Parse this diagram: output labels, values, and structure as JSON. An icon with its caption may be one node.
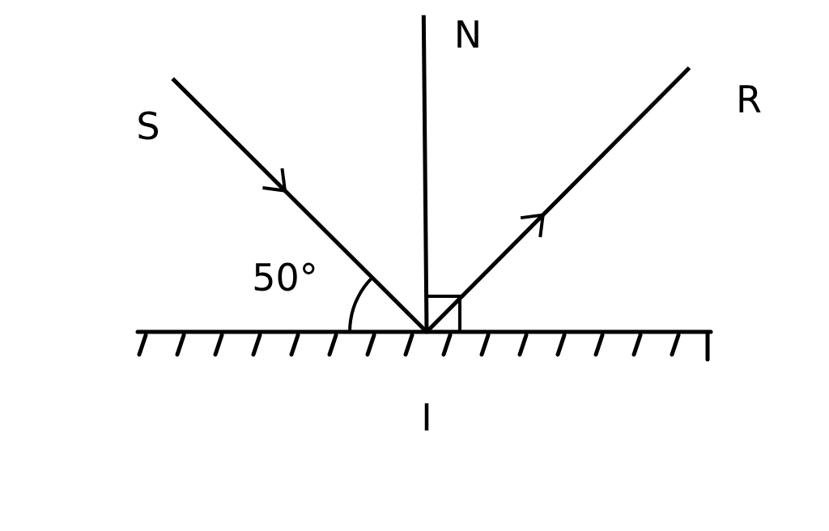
{
  "diagram": {
    "nodes": [
      {
        "text": [
          "S"
        ]
      },
      {
        "text": [
          "N"
        ]
      },
      {
        "text": [
          "R"
        ]
      },
      {
        "text": [],
        "shape": "point",
        "beside": [
          "I"
        ]
      }
    ],
    "edges": [
      {
        "from": 0,
        "to": 3,
        "arrow": "to"
      },
      {
        "from": 3,
        "to": 1,
        "arrow": "none"
      },
      {
        "from": 3,
        "to": 2,
        "arrow": "to"
      }
    ],
    "labels": [
      "50°"
    ]
  }
}
